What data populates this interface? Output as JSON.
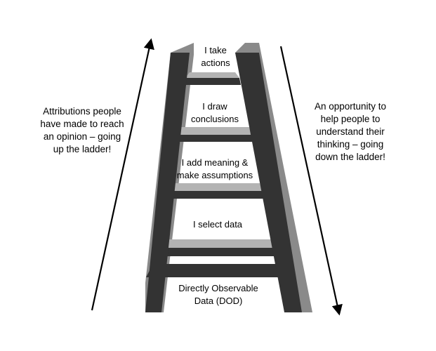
{
  "colors": {
    "rail_front": "#333333",
    "rail_side": "#8a8a8a",
    "rung_top": "#b3b3b3",
    "rung_face": "#333333",
    "arrow": "#000000",
    "background": "#ffffff"
  },
  "ladder_steps": [
    {
      "text": "I take\nactions"
    },
    {
      "text": "I draw\nconclusions"
    },
    {
      "text": "I add meaning &\nmake assumptions"
    },
    {
      "text": "I select data"
    },
    {
      "text": "Directly Observable\nData (DOD)"
    }
  ],
  "left_note": {
    "text": "Attributions people\nhave made to reach\nan opinion – going\nup the ladder!",
    "arrow_direction": "up"
  },
  "right_note": {
    "text": "An opportunity to\nhelp people to\nunderstand their\nthinking – going\ndown the ladder!",
    "arrow_direction": "down"
  }
}
